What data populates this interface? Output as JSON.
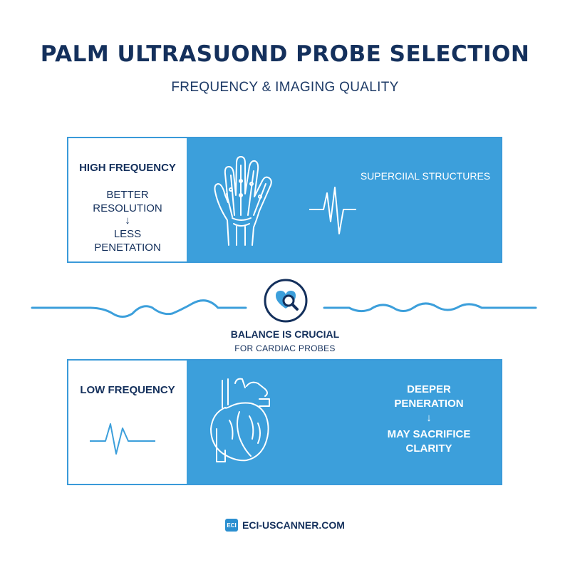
{
  "header": {
    "title": "PALM ULTRASUOND PROBE SELECTION",
    "subtitle": "FREQUENCY & IMAGING QUALITY"
  },
  "high_frequency": {
    "heading": "HIGH FREQUENCY",
    "line1": "BETTER",
    "line2": "RESOLUTION",
    "arrow": "↓",
    "line3": "LESS",
    "line4": "PENETATION",
    "right_label": "SUPERCIIAL STRUCTURES"
  },
  "balance": {
    "title": "BALANCE IS CRUCIAL",
    "subtitle": "FOR CARDIAC PROBES"
  },
  "low_frequency": {
    "heading": "LOW FREQUENCY",
    "line1": "DEEPER",
    "line2": "PENERATION",
    "arrow": "↓",
    "line3": "MAY SACRIFICE",
    "line4": "CLARITY"
  },
  "footer": {
    "logo_text": "ECI",
    "site": "ECI-USCANNER.COM"
  },
  "colors": {
    "navy": "#14305c",
    "accent_blue": "#3c9fdb",
    "white": "#ffffff"
  },
  "icons": [
    "hand-xray-icon",
    "waveform-icon",
    "heart-magnifier-icon",
    "heart-anatomy-icon",
    "eci-logo-icon"
  ]
}
